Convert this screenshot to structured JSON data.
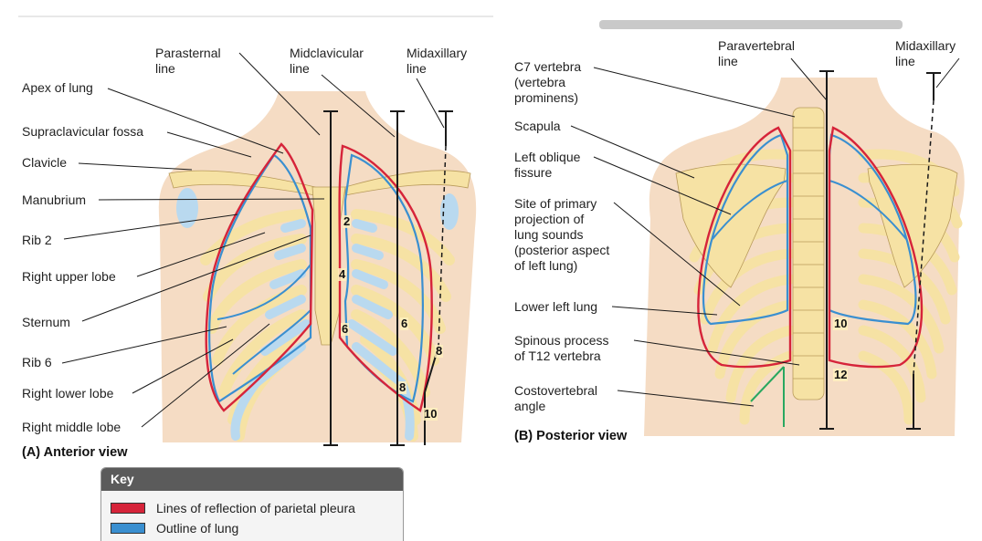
{
  "anterior": {
    "line_labels": {
      "parasternal": "Parasternal\nline",
      "midclavicular": "Midclavicular\nline",
      "midaxillary": "Midaxillary\nline"
    },
    "labels": {
      "apex": "Apex of lung",
      "supraclavicular": "Supraclavicular fossa",
      "clavicle": "Clavicle",
      "manubrium": "Manubrium",
      "rib2": "Rib 2",
      "right_upper_lobe": "Right upper lobe",
      "sternum": "Sternum",
      "rib6": "Rib 6",
      "right_lower_lobe": "Right lower lobe",
      "right_middle_lobe": "Right middle lobe"
    },
    "rib_numbers": {
      "n2": "2",
      "n4": "4",
      "n6a": "6",
      "n6b": "6",
      "n8a": "8",
      "n8b": "8",
      "n10": "10"
    },
    "caption": "(A) Anterior view"
  },
  "posterior": {
    "line_labels": {
      "paravertebral": "Paravertebral\nline",
      "midaxillary": "Midaxillary\nline"
    },
    "labels": {
      "c7": "C7 vertebra\n(vertebra\nprominens)",
      "scapula": "Scapula",
      "left_oblique": "Left oblique\nfissure",
      "site": "Site of primary\nprojection of\nlung sounds\n(posterior aspect\nof left lung)",
      "lower_left": "Lower left lung",
      "spinous": "Spinous process\nof T12 vertebra",
      "costovertebral": "Costovertebral\nangle"
    },
    "rib_numbers": {
      "n10": "10",
      "n12": "12"
    },
    "caption": "(B) Posterior view"
  },
  "key": {
    "title": "Key",
    "items": [
      {
        "label": "Lines of reflection of parietal pleura",
        "color": "#d6243a"
      },
      {
        "label": "Outline of lung",
        "color": "#3a8fd0"
      }
    ]
  },
  "colors": {
    "skin": "#f5dcc4",
    "bone": "#f6e2a4",
    "cartilage": "#b9d9ef",
    "pleura": "#d6243a",
    "lung": "#3a8fd0",
    "angle": "#2aa860"
  }
}
